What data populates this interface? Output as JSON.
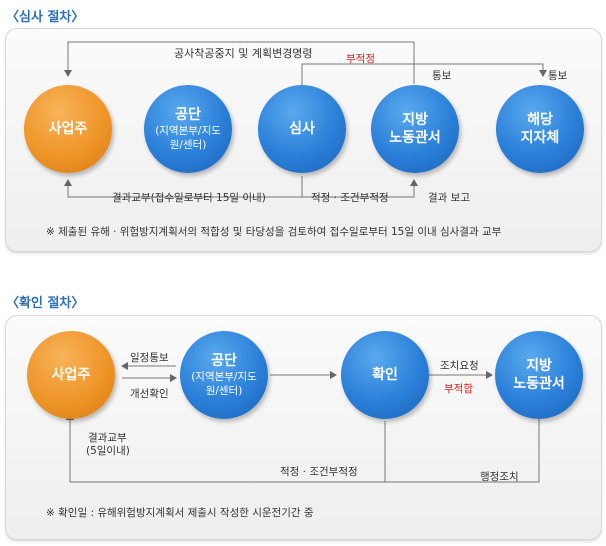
{
  "section1": {
    "title": "〈심사 절차〉",
    "nodes": {
      "employer": "사업주",
      "corp_main": "공단",
      "corp_sub": "(지역본부/지도원/센터)",
      "review": "심사",
      "labor_line1": "지방",
      "labor_line2": "노동관서",
      "local_line1": "해당",
      "local_line2": "지자체"
    },
    "labels": {
      "stop_order": "공사착공중지 및 계획변경명령",
      "unsuitable": "부적정",
      "notify1": "통보",
      "notify2": "통보",
      "result_delivery": "결과교부(접수일로부터 15일 이내)",
      "suitable": "적정 · 조건부적정",
      "result_report": "결과 보고"
    },
    "note": "※ 제출된 유해 · 위험방지계획서의 적합성 및 타당성을 검토하여 접수일로부터 15일 이내 심사결과 교부"
  },
  "section2": {
    "title": "〈확인 절차〉",
    "nodes": {
      "employer": "사업주",
      "corp_main": "공단",
      "corp_sub": "(지역본부/지도원/센터)",
      "confirm": "확인",
      "labor_line1": "지방",
      "labor_line2": "노동관서"
    },
    "labels": {
      "schedule_notice": "일정통보",
      "improve_confirm": "개선확인",
      "action_request": "조치요청",
      "unsuitable": "부적합",
      "result_delivery_1": "결과교부",
      "result_delivery_2": "(5일이내)",
      "suitable": "적정 · 조건부적정",
      "admin_action": "행정조치"
    },
    "note": "※  확인일 : 유해위험방지계획서 제출시 작성한 시운전기간 중"
  },
  "colors": {
    "blue": "#2a7fd8",
    "orange": "#ee9528",
    "title": "#2f6fb3",
    "red": "#e02020"
  }
}
